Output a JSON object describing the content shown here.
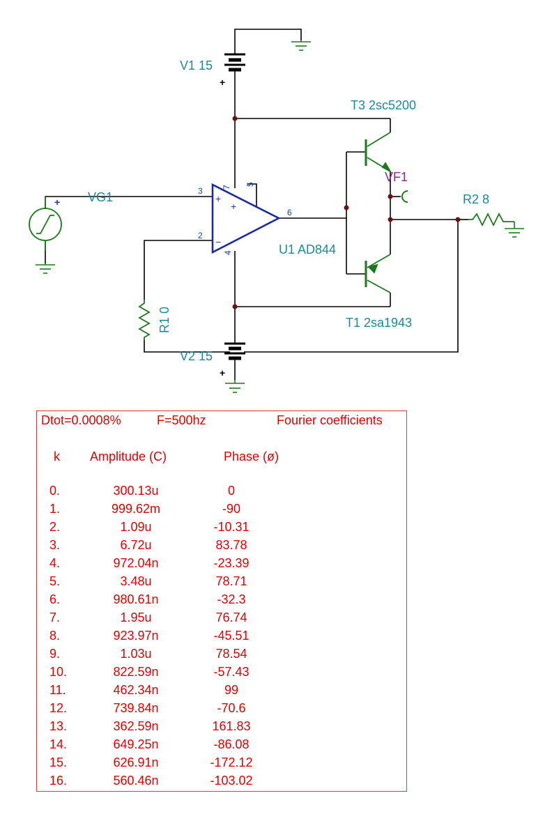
{
  "components": {
    "v1": "V1 15",
    "v2": "V2 15",
    "vg1": "VG1",
    "r1": "R1 0",
    "r2": "R2 8",
    "u1": "U1 AD844",
    "t3": "T3 2sc5200",
    "t1": "T1 2sa1943",
    "vf1": "VF1"
  },
  "pins": {
    "p3": "3",
    "p2": "2",
    "p7": "7",
    "p5": "5",
    "p4": "4",
    "p6": "6"
  },
  "symbols": {
    "plus": "+",
    "minus": "−"
  },
  "fourier": {
    "dtot": "Dtot=0.0008%",
    "freq": "F=500hz",
    "title": "Fourier coefficients",
    "col_k": "k",
    "col_amp": "Amplitude (C)",
    "col_phase": "Phase (ø)",
    "rows": [
      {
        "k": "0.",
        "amp": "300.13u",
        "phase": "0"
      },
      {
        "k": "1.",
        "amp": "999.62m",
        "phase": "-90"
      },
      {
        "k": "2.",
        "amp": "1.09u",
        "phase": "-10.31"
      },
      {
        "k": "3.",
        "amp": "6.72u",
        "phase": "83.78"
      },
      {
        "k": "4.",
        "amp": "972.04n",
        "phase": "-23.39"
      },
      {
        "k": "5.",
        "amp": "3.48u",
        "phase": "78.71"
      },
      {
        "k": "6.",
        "amp": "980.61n",
        "phase": "-32.3"
      },
      {
        "k": "7.",
        "amp": "1.95u",
        "phase": "76.74"
      },
      {
        "k": "8.",
        "amp": "923.97n",
        "phase": "-45.51"
      },
      {
        "k": "9.",
        "amp": "1.03u",
        "phase": "78.54"
      },
      {
        "k": "10.",
        "amp": "822.59n",
        "phase": "-57.43"
      },
      {
        "k": "11.",
        "amp": "462.34n",
        "phase": "99"
      },
      {
        "k": "12.",
        "amp": "739.84n",
        "phase": "-70.6"
      },
      {
        "k": "13.",
        "amp": "362.59n",
        "phase": "161.83"
      },
      {
        "k": "14.",
        "amp": "649.25n",
        "phase": "-86.08"
      },
      {
        "k": "15.",
        "amp": "626.91n",
        "phase": "-172.12"
      },
      {
        "k": "16.",
        "amp": "560.46n",
        "phase": "-103.02"
      }
    ]
  }
}
